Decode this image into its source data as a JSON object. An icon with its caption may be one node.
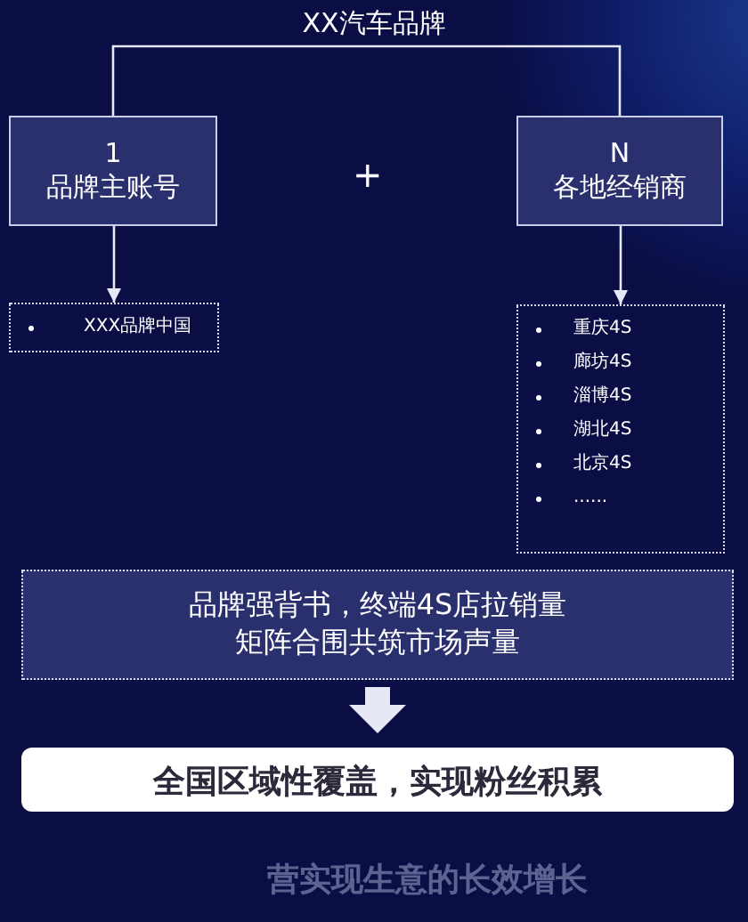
{
  "diagram": {
    "nodes": [
      {
        "text": [
          "XX汽车品牌"
        ]
      },
      {
        "text": [
          "1",
          "品牌主账号"
        ]
      },
      {
        "text": [
          "N",
          "各地经销商"
        ]
      },
      {
        "text": [
          "XXX品牌中国"
        ]
      },
      {
        "text": [
          "重庆4S",
          "廊坊4S",
          "淄博4S",
          "湖北4S",
          "北京4S",
          "......"
        ]
      },
      {
        "text": [
          "品牌强背书，终端4S店拉销量矩阵合围共筑市场声量"
        ]
      },
      {
        "text": [
          "全国区域性覆盖，实现粉丝积累"
        ]
      }
    ],
    "edges": [
      {
        "from": 0,
        "to": 1,
        "arrow": "none"
      },
      {
        "from": 0,
        "to": 2,
        "arrow": "none"
      },
      {
        "from": 1,
        "to": 3,
        "arrow": "to"
      },
      {
        "from": 2,
        "to": 4,
        "arrow": "to"
      },
      {
        "from": 5,
        "to": 6,
        "arrow": "to",
        "style": "thick"
      }
    ],
    "labels": [
      "+",
      "营实现生意的长效增长"
    ]
  }
}
